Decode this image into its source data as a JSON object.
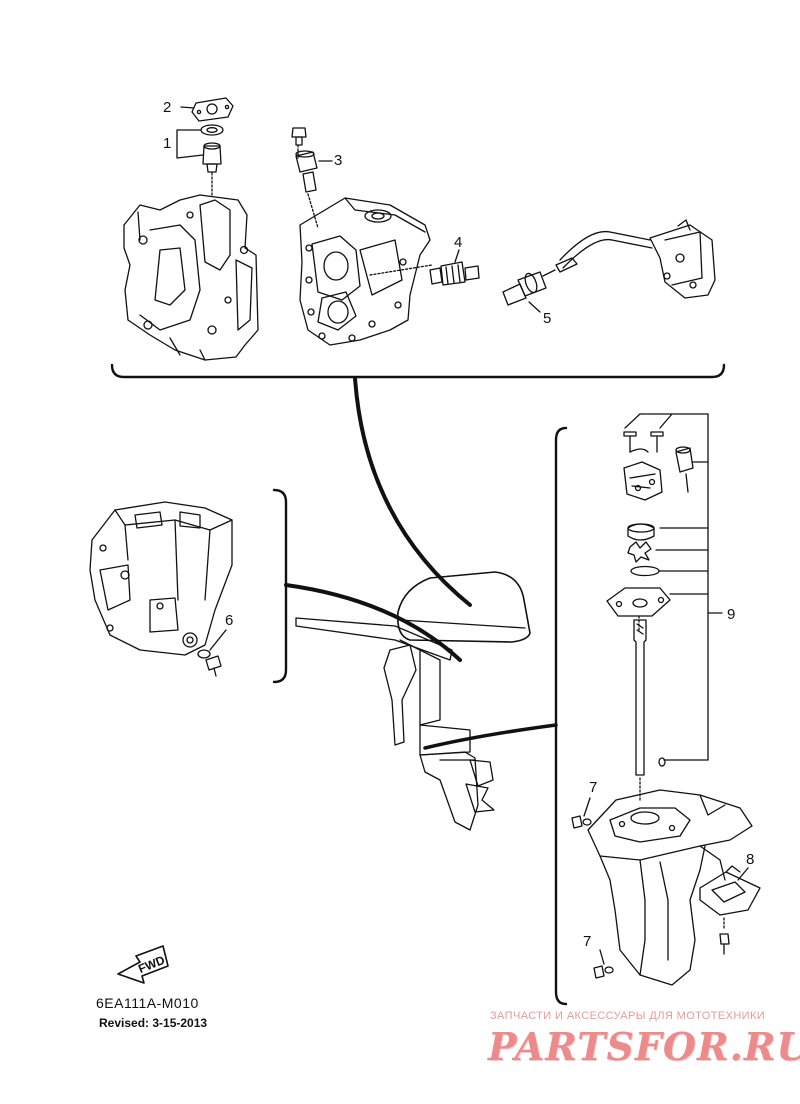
{
  "diagram": {
    "callouts": [
      {
        "id": "2",
        "label": "2"
      },
      {
        "id": "1",
        "label": "1"
      },
      {
        "id": "3",
        "label": "3"
      },
      {
        "id": "4",
        "label": "4"
      },
      {
        "id": "5",
        "label": "5"
      },
      {
        "id": "6",
        "label": "6"
      },
      {
        "id": "9",
        "label": "9"
      },
      {
        "id": "7a",
        "label": "7"
      },
      {
        "id": "8",
        "label": "8"
      },
      {
        "id": "7b",
        "label": "7"
      }
    ],
    "fwd_label": "FWD",
    "diagram_code": "6EA111A-M010",
    "revised": "Revised: 3-15-2013"
  },
  "watermark": {
    "tagline": "ЗАПЧАСТИ И АКСЕССУАРЫ ДЛЯ МОТОТЕХНИКИ",
    "logo_text": "PARTSFOR.RU",
    "color": "#ec8b8b"
  }
}
